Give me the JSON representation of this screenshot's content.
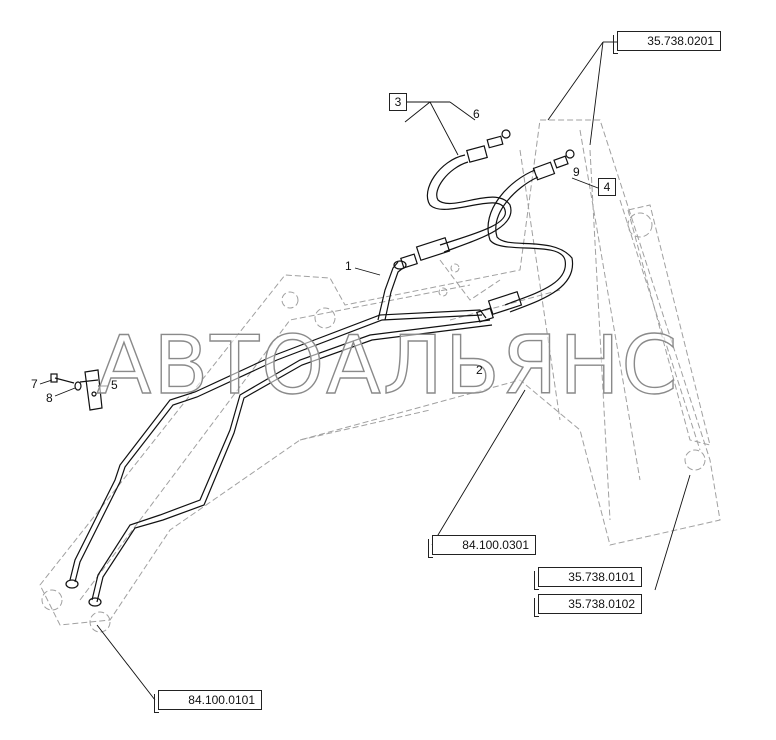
{
  "reference_codes": {
    "boom_cylinder_ref": "35.738.0201",
    "boom_ref": "84.100.0301",
    "arm_cylinder_ref_a": "35.738.0101",
    "arm_cylinder_ref_b": "35.738.0102",
    "base_ref": "84.100.0101"
  },
  "item_boxes": {
    "kit_3": "3",
    "kit_4": "4"
  },
  "part_numbers": {
    "n1": "1",
    "n2": "2",
    "n5": "5",
    "n6": "6",
    "n7": "7",
    "n8": "8",
    "n9": "9"
  },
  "watermark": "АВТОАЛЬЯНС",
  "colors": {
    "line": "#111111",
    "phantom": "#9a9a9a",
    "background": "#ffffff"
  }
}
